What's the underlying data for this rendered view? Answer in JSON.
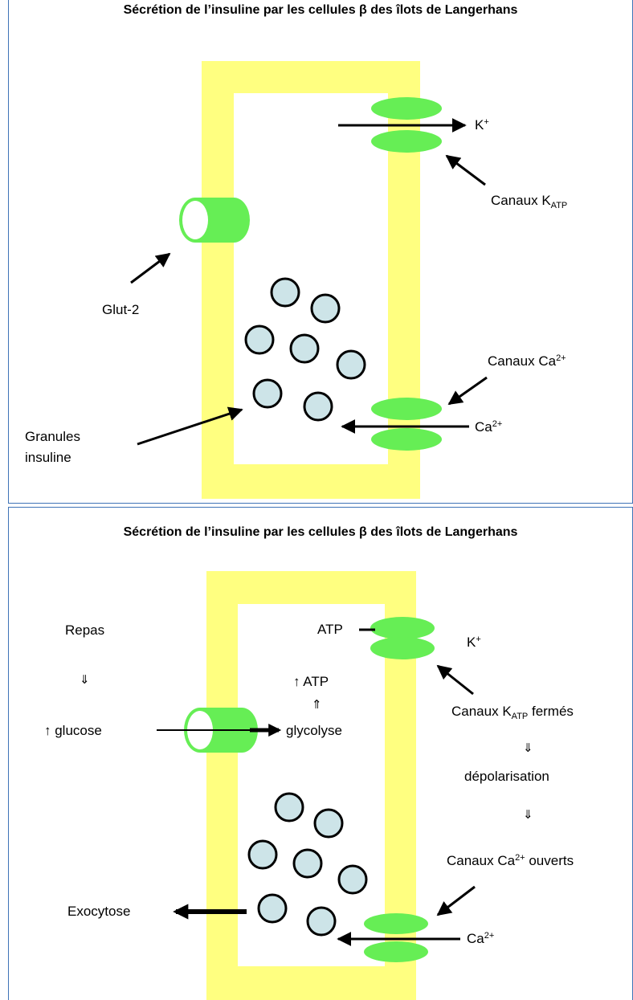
{
  "panel1": {
    "title": "Sécrétion de l’insuline par les cellules β des îlots de Langerhans",
    "k_ion": "K",
    "k_ion_sup": "+",
    "canaux_katp": "Canaux K",
    "canaux_katp_sub": "ATP",
    "glut2": "Glut-2",
    "canaux_ca": "Canaux Ca",
    "canaux_ca_sup": "2+",
    "ca_ion": "Ca",
    "ca_ion_sup": "2+",
    "granules_line1": "Granules",
    "granules_line2": "insuline"
  },
  "panel2": {
    "title": "Sécrétion de l’insuline par les cellules β des îlots de Langerhans",
    "atp": "ATP",
    "k_ion": "K",
    "k_ion_sup": "+",
    "repas": "Repas",
    "arrow_down_1": "⇓",
    "atp_up": "↑ ATP",
    "arrow_up": "⇑",
    "glucose": "↑ glucose",
    "glycolyse": "glycolyse",
    "canaux_katp": "Canaux K",
    "canaux_katp_sub": "ATP",
    "canaux_katp_suffix": " fermés",
    "arrow_down_2": "⇓",
    "depolarisation": "dépolarisation",
    "arrow_down_3": "⇓",
    "canaux_ca": "Canaux Ca",
    "canaux_ca_sup": "2+",
    "canaux_ca_suffix": " ouverts",
    "exocytose": "Exocytose",
    "ca_ion": "Ca",
    "ca_ion_sup": "2+"
  },
  "colors": {
    "membrane": "#ffff80",
    "channel": "#66ee55",
    "granule": "#cde4e8",
    "frame": "#3f73b7"
  }
}
